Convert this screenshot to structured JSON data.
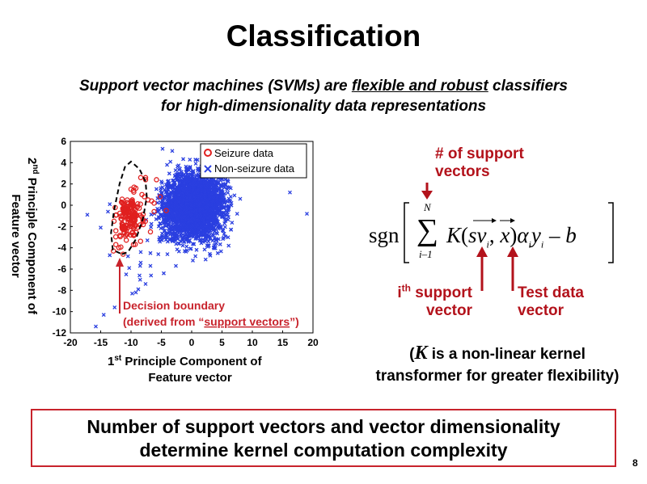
{
  "slide": {
    "title": "Classification",
    "subtitle_part1": "Support vector machines (SVMs) are ",
    "subtitle_emph": "flexible and robust",
    "subtitle_part2": " classifiers",
    "subtitle_line2": "for high-dimensionality data representations",
    "page_number": "8"
  },
  "formula": {
    "sgn": "sgn",
    "sigma": "∑",
    "upper": "N",
    "lower": "i–1",
    "kernel": "K",
    "open_paren": "(",
    "sv": "sv",
    "sub_i": "i",
    "comma": ",",
    "x": "x",
    "close_paren": ")",
    "alpha": "α",
    "y": "y",
    "minus_b": "– b",
    "label_num_sv_1": "# of support",
    "label_num_sv_2": "vectors",
    "label_ith_1": "i",
    "label_ith_sup": "th",
    "label_ith_2": " support",
    "label_ith_3": "vector",
    "label_test_1": "Test data",
    "label_test_2": "vector"
  },
  "note": {
    "open": "(",
    "k": "K",
    "line1": " is a non-linear kernel",
    "line2": "transformer for greater flexibility)"
  },
  "footer": {
    "line1": "Number of support vectors and vector dimensionality",
    "line2": "determine kernel computation complexity"
  },
  "colors": {
    "seizure": "#e0201f",
    "nonseizure": "#2a3fe0",
    "accent": "#b3121b"
  },
  "chart_data": {
    "type": "scatter",
    "xlabel_line1_pre": "1",
    "xlabel_sup": "st",
    "xlabel_line1_post": " Principle Component of",
    "xlabel_line2": "Feature vector",
    "ylabel_line1_pre": "2",
    "ylabel_sup": "nd",
    "ylabel_line1_post": " Principle Component of",
    "ylabel_line2": "Feature vector",
    "xlim": [
      -20,
      20
    ],
    "ylim": [
      -12,
      6
    ],
    "xticks": [
      "-20",
      "-15",
      "-10",
      "-5",
      "0",
      "5",
      "10",
      "15",
      "20"
    ],
    "yticks": [
      "6",
      "4",
      "2",
      "0",
      "-2",
      "-4",
      "-6",
      "-8",
      "-10",
      "-12"
    ],
    "legend": {
      "position": "top-right",
      "entries": [
        "Seizure data",
        "Non-seizure data"
      ]
    },
    "annotation_line1": "Decision boundary",
    "annotation_line2_pre": "(derived from “",
    "annotation_line2_link": "support vectors",
    "annotation_line2_post": "”)",
    "decision_boundary": [
      [
        -11.5,
        -4.6
      ],
      [
        -10.5,
        -4.4
      ],
      [
        -9.2,
        -3.2
      ],
      [
        -8,
        -1.2
      ],
      [
        -7.4,
        0.8
      ],
      [
        -7.6,
        2.2
      ],
      [
        -8.6,
        3.4
      ],
      [
        -10,
        4.1
      ],
      [
        -11,
        3.6
      ],
      [
        -11.9,
        2
      ],
      [
        -12.8,
        -0.5
      ],
      [
        -13.3,
        -2.6
      ],
      [
        -13,
        -4.2
      ],
      [
        -11.5,
        -4.6
      ]
    ],
    "series": [
      {
        "name": "Seizure data",
        "marker": "o",
        "clusters": [
          {
            "center": [
              -10,
              -1.2
            ],
            "spread": [
              1.4,
              1.3
            ],
            "count": 160
          }
        ],
        "points": [
          [
            -12.9,
            -4.3
          ],
          [
            -12,
            -4
          ],
          [
            -12.5,
            -3.7
          ],
          [
            -11.3,
            -4.6
          ],
          [
            -9.6,
            -3.7
          ],
          [
            -8.4,
            2.6
          ],
          [
            -7.6,
            2.6
          ],
          [
            -7.6,
            2.4
          ],
          [
            -5.8,
            2.4
          ],
          [
            -9.2,
            1.6
          ],
          [
            -9.6,
            1.4
          ],
          [
            -8.2,
            1
          ],
          [
            -7.8,
            0.8
          ],
          [
            -5.2,
            0.8
          ],
          [
            -7.2,
            0.5
          ],
          [
            -6.6,
            0.4
          ],
          [
            -6.2,
            0.2
          ],
          [
            -4.2,
            -0.5
          ],
          [
            -6.2,
            -0.6
          ],
          [
            -6.8,
            -2.5
          ],
          [
            -11.2,
            0.1
          ],
          [
            -12.8,
            -1.5
          ],
          [
            -12.5,
            -2.4
          ],
          [
            -9.5,
            1.7
          ],
          [
            -10,
            1.5
          ]
        ]
      },
      {
        "name": "Non-seizure data",
        "marker": "x",
        "clusters": [
          {
            "center": [
              1,
              0
            ],
            "spread": [
              3.2,
              2.3
            ],
            "count": 2200
          },
          {
            "center": [
              -3,
              -0.5
            ],
            "spread": [
              2.2,
              2.0
            ],
            "count": 400
          }
        ],
        "points": [
          [
            -17.2,
            -0.9
          ],
          [
            -15,
            -2.1
          ],
          [
            -13.5,
            0.1
          ],
          [
            -13.8,
            -0.6
          ],
          [
            -13.5,
            -4.7
          ],
          [
            -10.5,
            -4.8
          ],
          [
            -10.3,
            -5.9
          ],
          [
            -10.8,
            -6.5
          ],
          [
            -8.4,
            -5.4
          ],
          [
            -8.5,
            -5.7
          ],
          [
            -8.6,
            -6.6
          ],
          [
            -8.5,
            -7
          ],
          [
            -6.8,
            -5.7
          ],
          [
            -6.7,
            -6.6
          ],
          [
            -7.6,
            -7.4
          ],
          [
            -4.6,
            -6.4
          ],
          [
            -2.6,
            -5.7
          ],
          [
            -9.8,
            -8.3
          ],
          [
            -9.2,
            -8.2
          ],
          [
            -8.8,
            -7.9
          ],
          [
            -12.7,
            -9.6
          ],
          [
            -14.5,
            -10.3
          ],
          [
            -15.8,
            -11.4
          ],
          [
            16.2,
            1.2
          ],
          [
            19,
            -0.8
          ],
          [
            8,
            0.6
          ],
          [
            7.5,
            -0.8
          ],
          [
            6.5,
            -2.3
          ],
          [
            6.1,
            -3.8
          ],
          [
            4.3,
            -4.5
          ],
          [
            2.3,
            -5.1
          ],
          [
            0.2,
            -5.2
          ],
          [
            -4,
            -4.6
          ],
          [
            -5.5,
            -4.6
          ],
          [
            -6.8,
            -4.5
          ],
          [
            -7.3,
            -3.3
          ],
          [
            -8.4,
            -4.4
          ],
          [
            -4.8,
            5.3
          ],
          [
            -3.2,
            5.1
          ]
        ]
      }
    ]
  }
}
